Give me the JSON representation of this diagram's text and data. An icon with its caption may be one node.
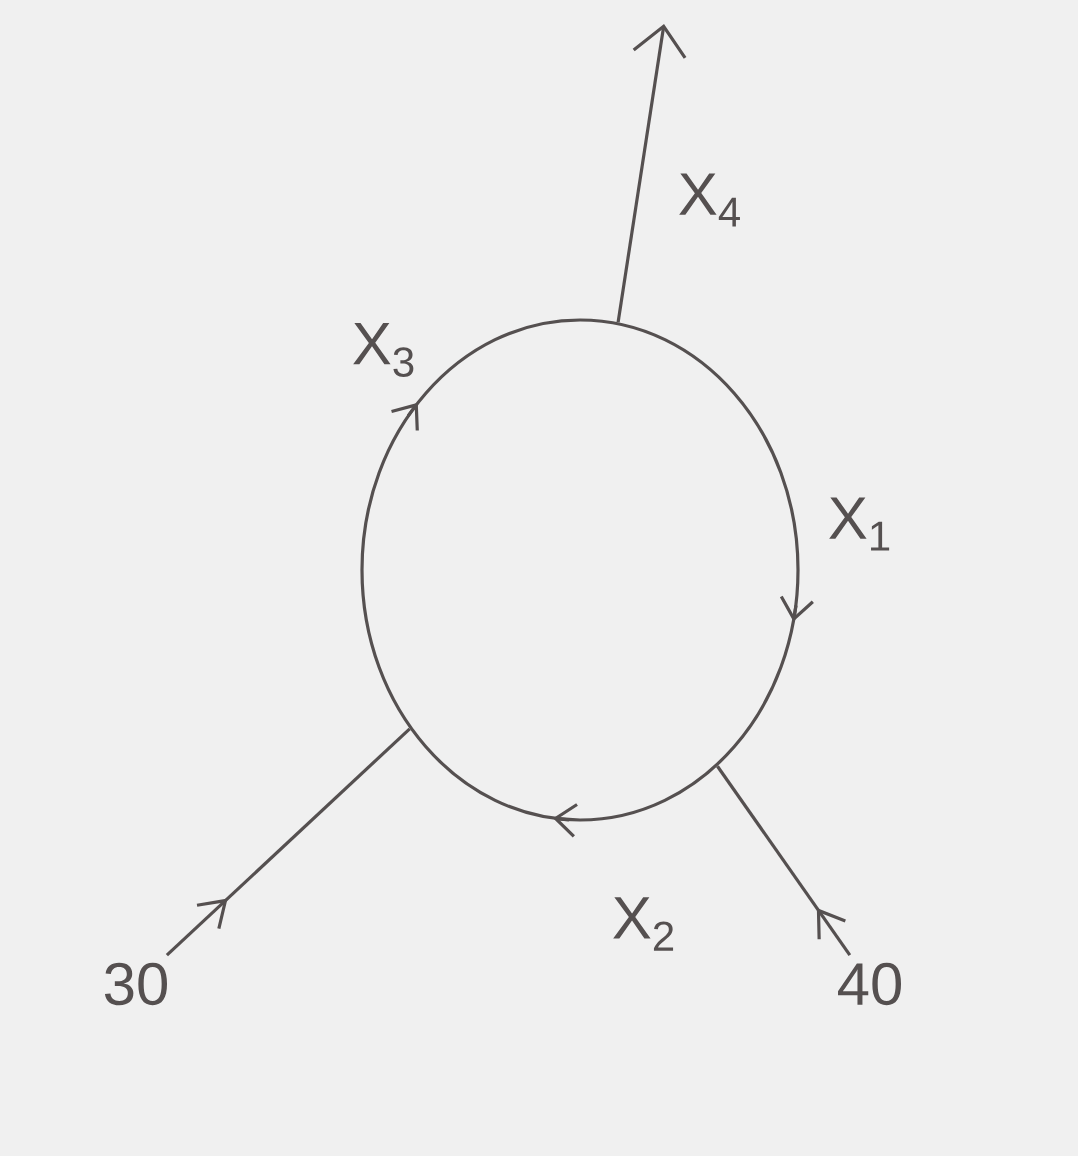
{
  "diagram": {
    "nodes": [
      {
        "text": [],
        "shape": "circle"
      },
      {
        "text": [
          "30"
        ]
      },
      {
        "text": [
          "40"
        ]
      }
    ],
    "edges": [
      {
        "from": 1,
        "to": 0,
        "arrow": "to"
      },
      {
        "from": 2,
        "to": 0,
        "arrow": "to"
      },
      {
        "from": 0,
        "to": null,
        "arrow": "to",
        "label": "X$_{4}$"
      }
    ],
    "labels": [
      "X$_{3}$",
      "X$_{1}$",
      "X$_{2}$"
    ]
  }
}
